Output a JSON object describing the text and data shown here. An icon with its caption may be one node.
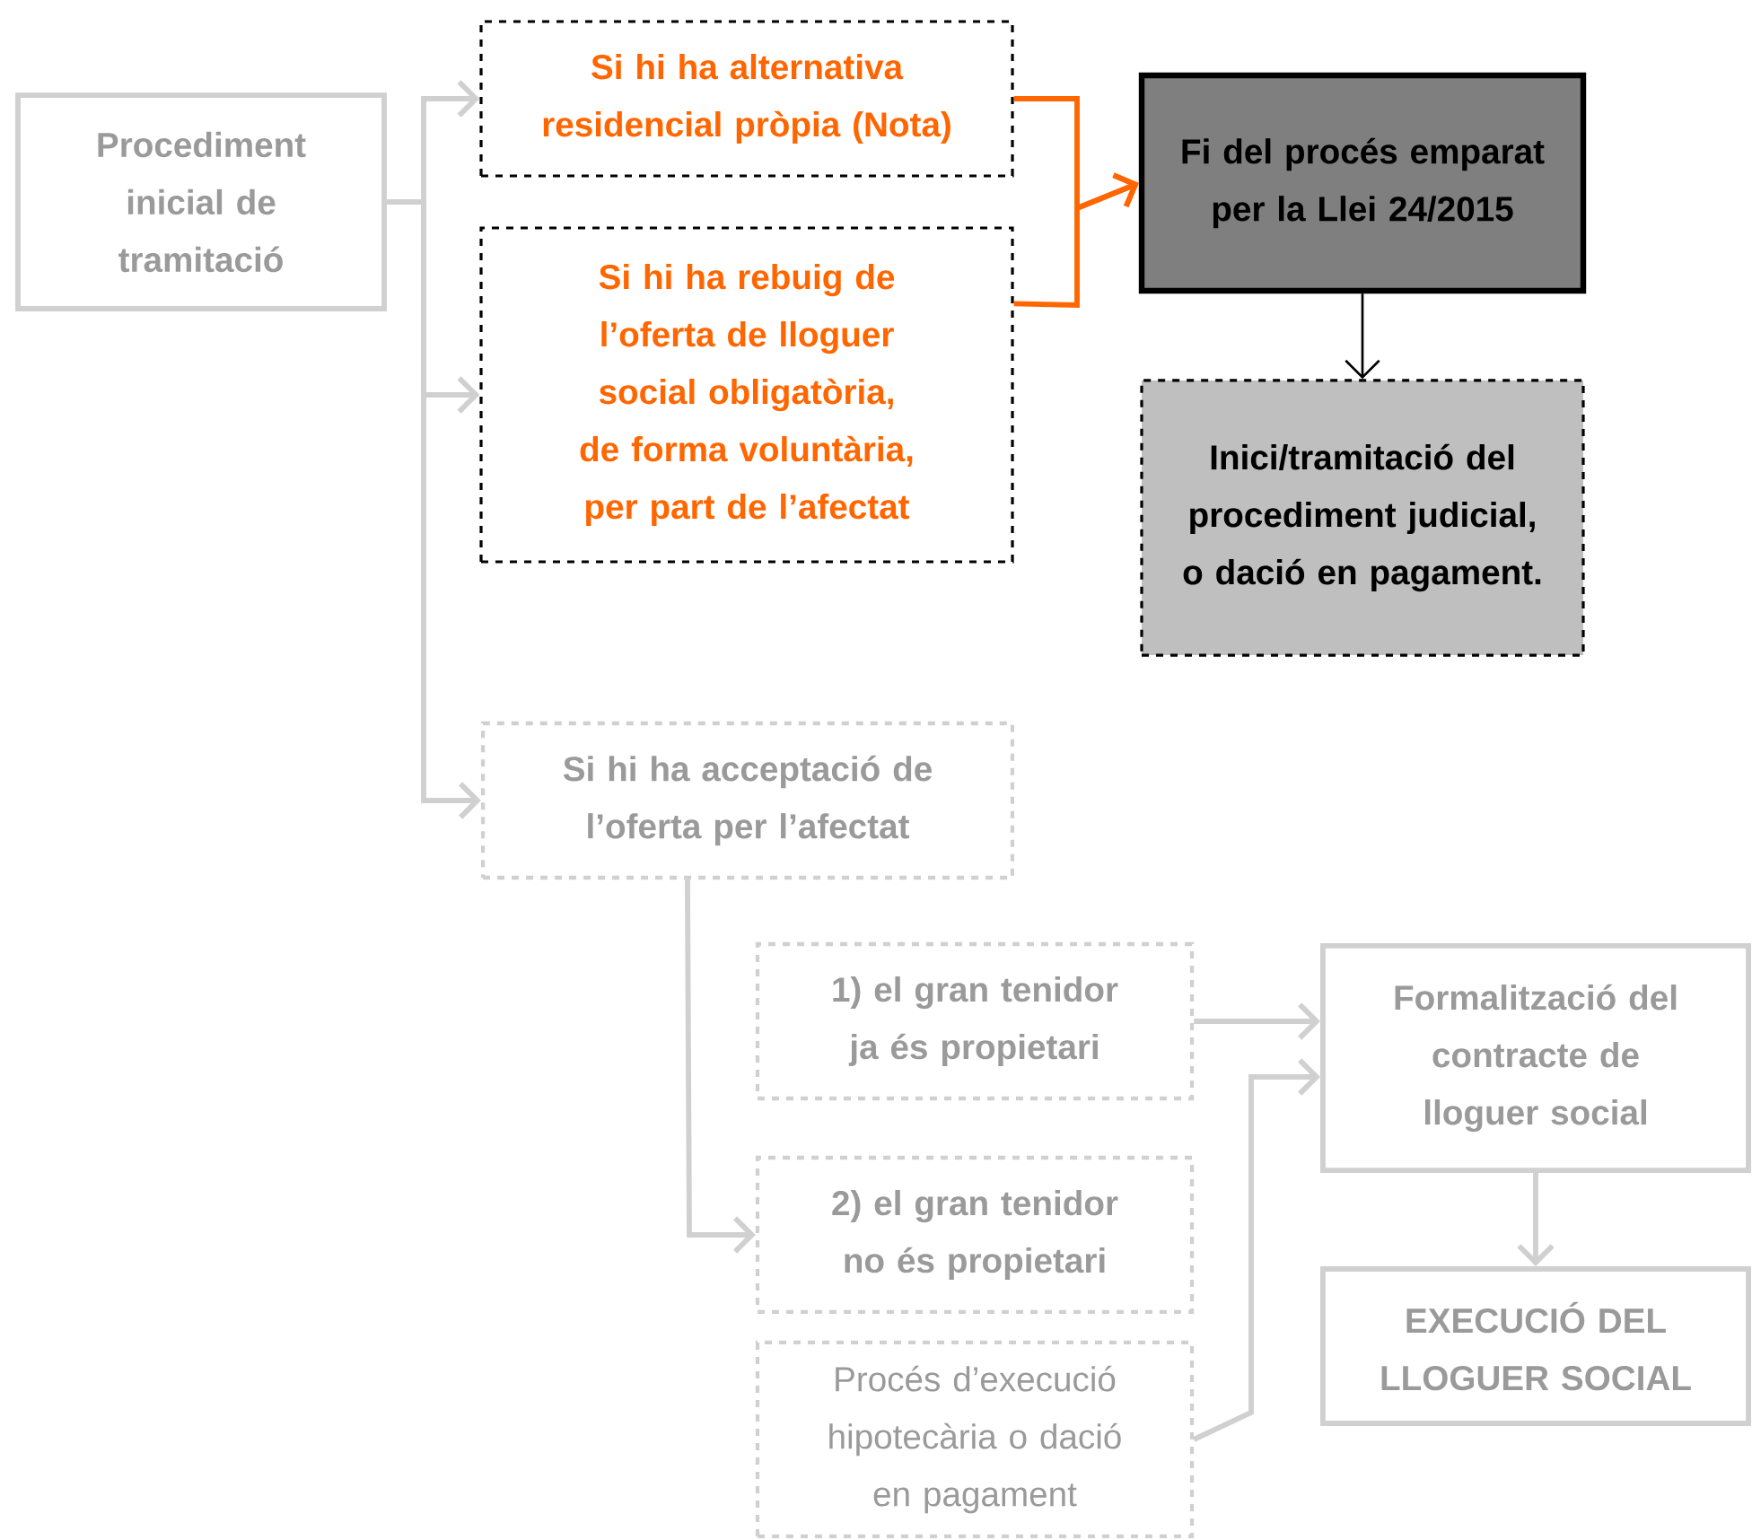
{
  "diagram": {
    "nodes": [
      {
        "text": [
          "Procediment inicial de tramitació"
        ]
      },
      {
        "text": [
          "Si hi ha alternativa residencial pròpia (Nota)"
        ]
      },
      {
        "text": [
          "Si hi ha rebuig de l’oferta de lloguer social obligatòria, de forma voluntària, per part de l’afectat"
        ]
      },
      {
        "text": [
          "Fi del procés emparat per la Llei 24/2015"
        ]
      },
      {
        "text": [
          "Inici/tramitació del procediment judicial, o dació en pagament."
        ]
      },
      {
        "text": [
          "Si hi ha acceptació de l’oferta per l’afectat"
        ]
      },
      {
        "text": [
          "1) el gran tenidor ja és propietari"
        ]
      },
      {
        "text": [
          "2) el gran tenidor no és propietari"
        ]
      },
      {
        "text": [
          "Procés d’execució hipotecària o dació en pagament"
        ]
      },
      {
        "text": [
          "Formalització del contracte de lloguer social"
        ]
      },
      {
        "text": [
          "EXECUCIÓ DEL LLOGUER SOCIAL"
        ]
      }
    ],
    "edges": [
      {
        "from": 0,
        "to": 1,
        "arrow": "to"
      },
      {
        "from": 0,
        "to": 2,
        "arrow": "to"
      },
      {
        "from": 0,
        "to": 5,
        "arrow": "to"
      },
      {
        "from": 1,
        "to": 3,
        "arrow": "to",
        "color": "#ff6600"
      },
      {
        "from": 2,
        "to": 3,
        "arrow": "to",
        "color": "#ff6600"
      },
      {
        "from": 3,
        "to": 4,
        "arrow": "to",
        "color": "#000000"
      },
      {
        "from": 5,
        "to": 7,
        "arrow": "to"
      },
      {
        "from": 6,
        "to": 9,
        "arrow": "to"
      },
      {
        "from": 8,
        "to": 9,
        "arrow": "to"
      },
      {
        "from": 9,
        "to": 10,
        "arrow": "to"
      }
    ]
  }
}
